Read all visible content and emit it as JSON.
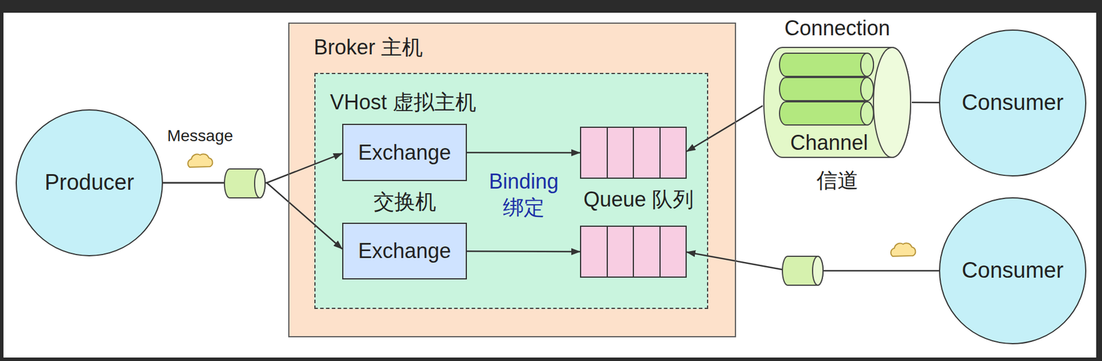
{
  "diagram": {
    "nodes": [
      {
        "text": [
          "Producer"
        ]
      },
      {
        "text": [
          "Broker 主机"
        ]
      },
      {
        "text": [
          "VHost 虚拟主机"
        ],
        "in": 1
      },
      {
        "text": [
          "Exchange",
          "交换机"
        ],
        "in": 2
      },
      {
        "text": [
          "Queue 队列"
        ],
        "in": 2
      },
      {
        "text": [
          "Exchange"
        ],
        "in": 2
      },
      {
        "text": [],
        "in": 2
      },
      {
        "text": [
          "Connection",
          "Channel",
          "信道"
        ]
      },
      {
        "text": [
          "Consumer"
        ]
      },
      {
        "text": [
          "Consumer"
        ]
      }
    ],
    "edges": [
      {
        "from": 0,
        "to": 3,
        "arrow": "to"
      },
      {
        "from": 0,
        "to": 5,
        "arrow": "to"
      },
      {
        "from": 3,
        "to": 4,
        "arrow": "to"
      },
      {
        "from": 5,
        "to": 6,
        "arrow": "to"
      },
      {
        "from": 7,
        "to": 4,
        "arrow": "to"
      },
      {
        "from": 8,
        "to": 7,
        "arrow": "none"
      },
      {
        "from": 9,
        "to": 6,
        "arrow": "to"
      }
    ],
    "labels": [
      "Message",
      "Binding 绑定"
    ]
  }
}
